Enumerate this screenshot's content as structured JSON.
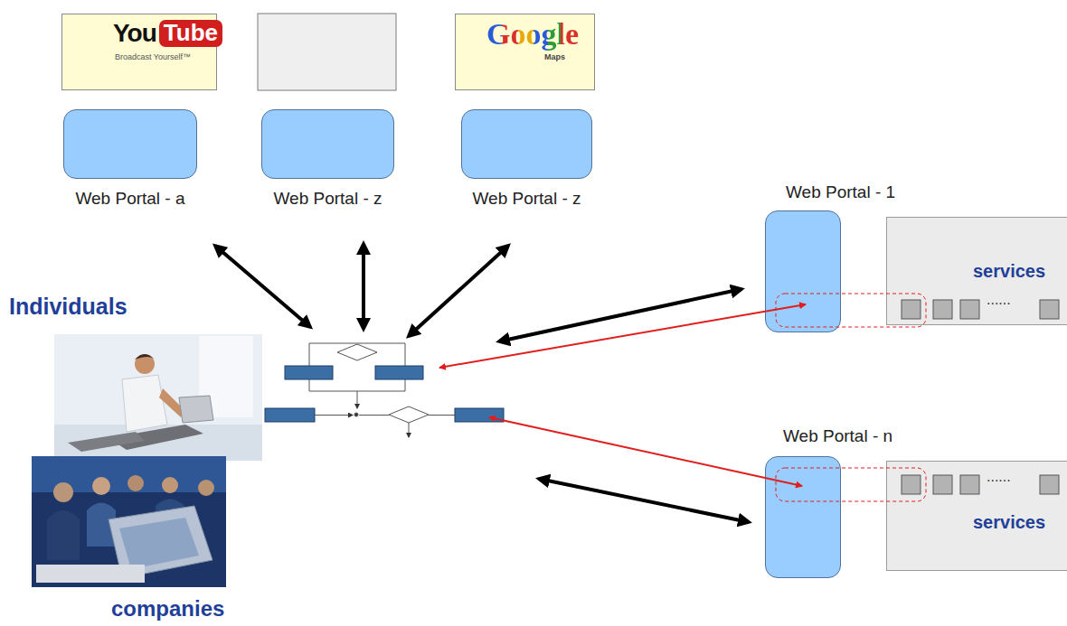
{
  "diagram": {
    "nodes": [
      {
        "text": [
          "You",
          "Tube",
          "Broadcast Yourself™"
        ]
      },
      {
        "text": [
          "Google",
          "Maps"
        ]
      },
      {
        "text": [
          "Web Portal - a"
        ]
      },
      {
        "text": [
          "Web Portal - z"
        ]
      },
      {
        "text": [
          "Web Portal - z"
        ]
      },
      {
        "text": [
          "Web Portal - 1"
        ]
      },
      {
        "text": [
          "services",
          "......"
        ]
      },
      {
        "text": [
          "Web Portal - n"
        ]
      },
      {
        "text": [
          "......",
          "services"
        ]
      }
    ],
    "labels": [
      "Individuals",
      "companies"
    ]
  }
}
